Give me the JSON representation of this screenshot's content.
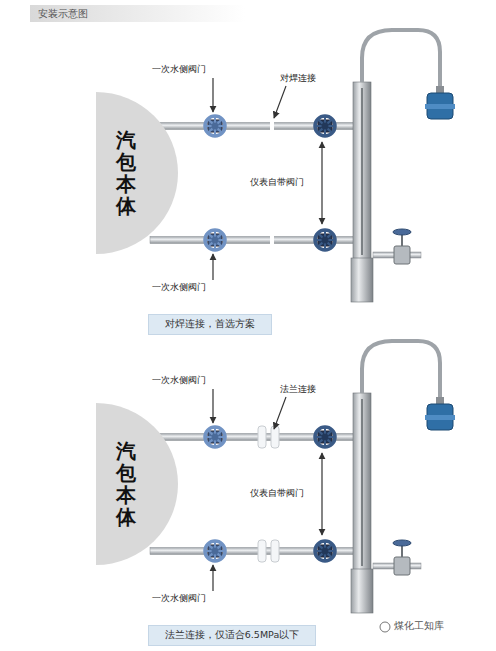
{
  "diagram": {
    "title": "安装示意图",
    "nodes": [
      {
        "text": [
          "汽包本体"
        ]
      },
      {
        "text": [
          "对焊连接，首选方案"
        ]
      },
      {
        "text": [
          "汽包本体"
        ]
      },
      {
        "text": [
          "法兰连接，仅适合6.5MPa以下"
        ]
      }
    ],
    "labels": [
      "一次水侧阀门",
      "对焊连接",
      "仪表自带阀门",
      "一次水侧阀门",
      "一次水侧阀门",
      "法兰连接",
      "仪表自带阀门",
      "一次水侧阀门",
      "煤化工知库"
    ]
  }
}
